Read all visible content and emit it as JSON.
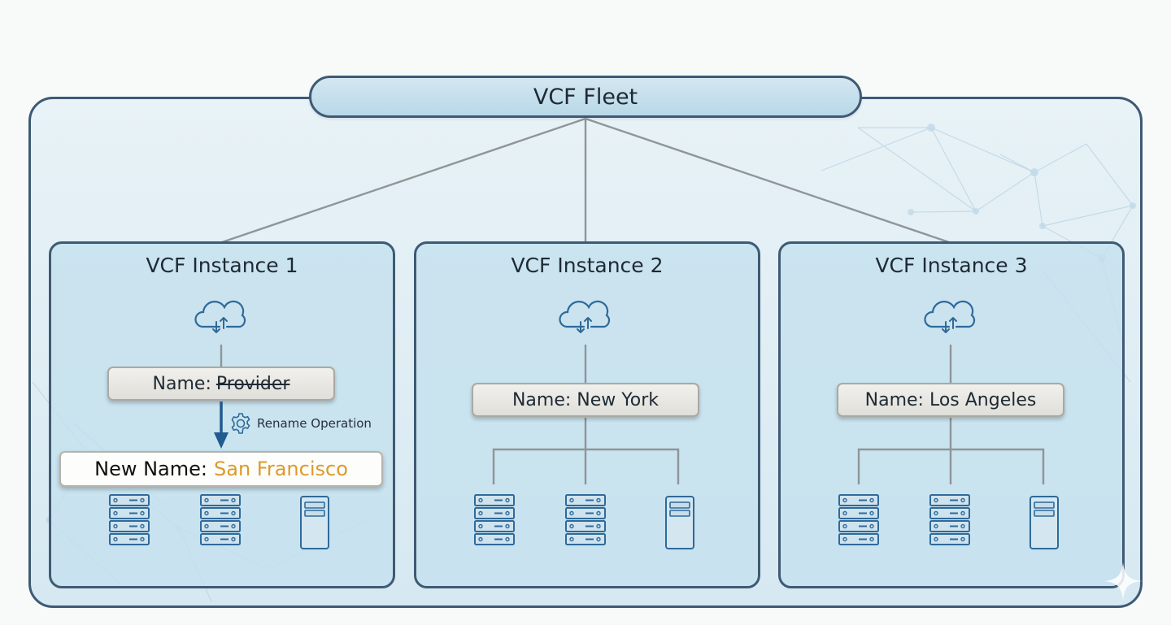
{
  "diagram": {
    "fleet": {
      "title": "VCF Fleet"
    },
    "colors": {
      "border": "#3e5a74",
      "connector": "#8f9598",
      "icon": "#2f6a9a",
      "arrow": "#1f5a91",
      "highlight": "#dd9a2b"
    },
    "instances": [
      {
        "title": "VCF Instance 1",
        "name_label": "Name:",
        "name_value": "Provider",
        "name_struck": true,
        "rename": {
          "operation_label": "Rename Operation",
          "new_name_label": "New Name:",
          "new_name_value": "San Francisco"
        },
        "icons": [
          "cloud-sync-icon",
          "rack-server-icon",
          "rack-server-icon",
          "tower-server-icon"
        ]
      },
      {
        "title": "VCF Instance 2",
        "name_label": "Name:",
        "name_value": "New York",
        "name_struck": false,
        "icons": [
          "cloud-sync-icon",
          "rack-server-icon",
          "rack-server-icon",
          "tower-server-icon"
        ]
      },
      {
        "title": "VCF Instance 3",
        "name_label": "Name:",
        "name_value": "Los Angeles",
        "name_struck": false,
        "icons": [
          "cloud-sync-icon",
          "rack-server-icon",
          "rack-server-icon",
          "tower-server-icon"
        ]
      }
    ]
  }
}
